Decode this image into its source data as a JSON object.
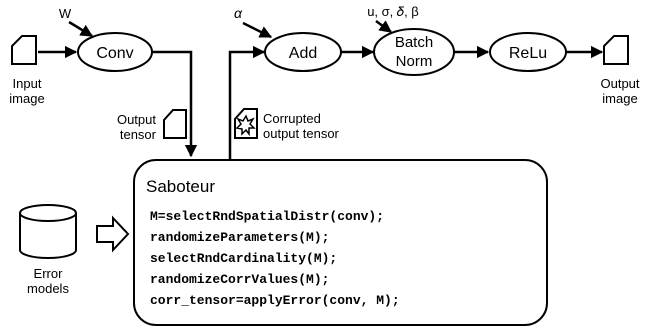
{
  "inputs": {
    "conv_weight": "W",
    "add_param": "α",
    "bn_params": "u, σ, 𝛿, β"
  },
  "nodes": {
    "conv": "Conv",
    "add": "Add",
    "batchnorm_line1": "Batch",
    "batchnorm_line2": "Norm",
    "relu": "ReLu"
  },
  "labels": {
    "input_image_line1": "Input",
    "input_image_line2": "image",
    "output_image_line1": "Output",
    "output_image_line2": "image",
    "output_tensor_line1": "Output",
    "output_tensor_line2": "tensor",
    "corrupted_line1": "Corrupted",
    "corrupted_line2": "output tensor",
    "error_models_line1": "Error",
    "error_models_line2": "models"
  },
  "saboteur": {
    "title": "Saboteur",
    "code": [
      "M=selectRndSpatialDistr(conv);",
      "randomizeParameters(M);",
      "selectRndCardinality(M);",
      "randomizeCorrValues(M);",
      "corr_tensor=applyError(conv, M);"
    ]
  }
}
